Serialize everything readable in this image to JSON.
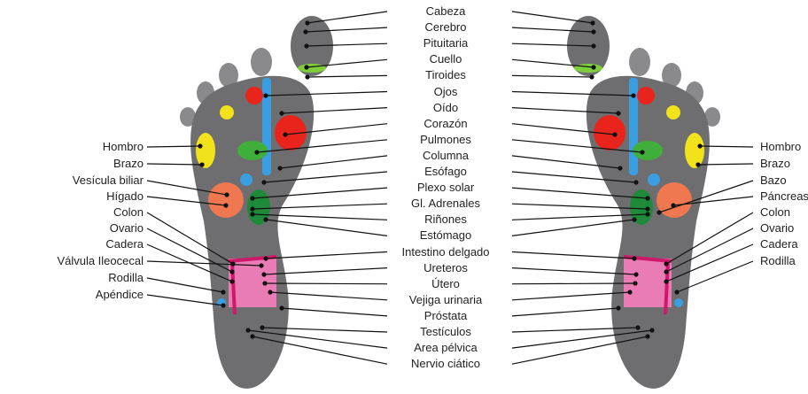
{
  "center_labels": [
    "Cabeza",
    "Cerebro",
    "Pituitaria",
    "Cuello",
    "Tiroides",
    "Ojos",
    "Oído",
    "Corazón",
    "Pulmones",
    "Columna",
    "Esófago",
    "Plexo solar",
    "Gl. Adrenales",
    "Riñones",
    "Estómago",
    "Intestino delgado",
    "Ureteros",
    "Útero",
    "Vejiga urinaria",
    "Próstata",
    "Testículos",
    "Area pélvica",
    "Nervio ciático"
  ],
  "left_labels": [
    "Hombro",
    "Brazo",
    "Vesícula biliar",
    "Hígado",
    "Colon",
    "Ovario",
    "Cadera",
    "Válvula Ileocecal",
    "Rodilla",
    "Apéndice"
  ],
  "right_labels": [
    "Hombro",
    "Brazo",
    "Bazo",
    "Páncreas",
    "Colon",
    "Ovario",
    "Cadera",
    "Rodilla"
  ],
  "colors": {
    "foot": "#6e6e70",
    "toe": "#8a8a8c",
    "red": "#e8241c",
    "yellow": "#f2e21b",
    "green": "#3fae3a",
    "blue": "#3a9ee0",
    "orange": "#f07850",
    "darkgreen": "#1f8a3a",
    "pink": "#e97bb5",
    "magenta": "#d0186a",
    "lightgreen": "#7fcf3a"
  }
}
